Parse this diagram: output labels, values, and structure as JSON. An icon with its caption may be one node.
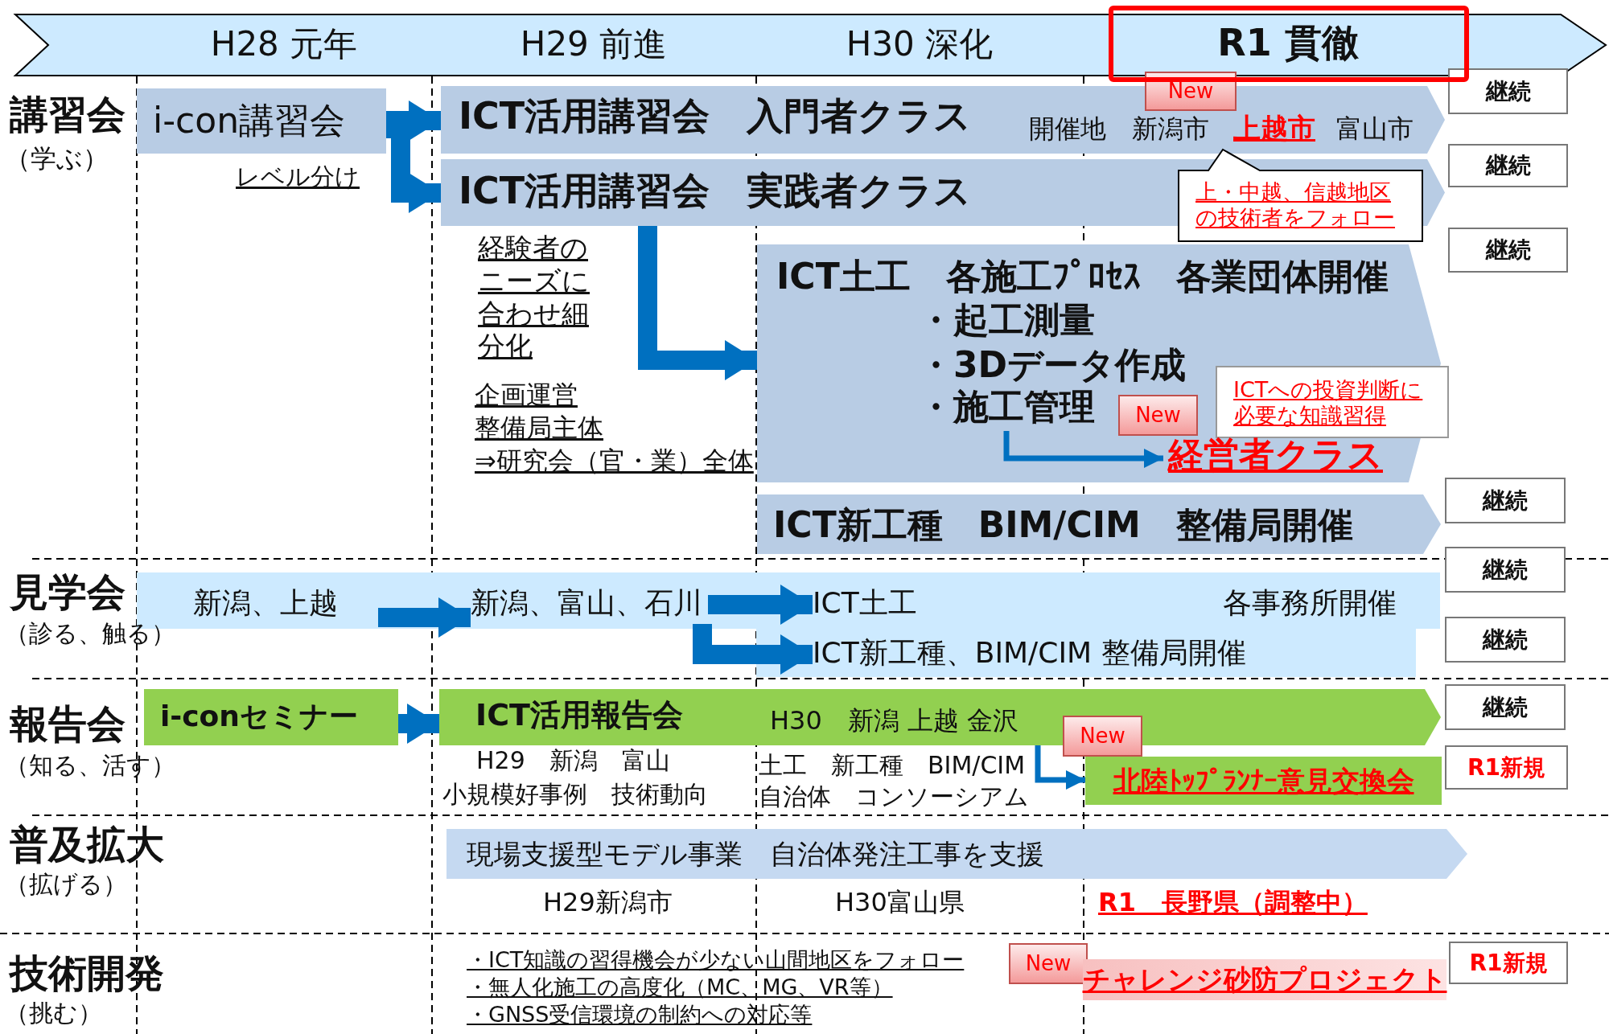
{
  "diagram": {
    "nodes": [
      {
        "text": [
          "H28 元年",
          "H29 前進",
          "H30 深化",
          "R1 貫徹"
        ]
      },
      {
        "text": [
          "i-con講習会"
        ]
      },
      {
        "text": [
          "ICT活用講習会　入門者クラス",
          "開催地　新潟市",
          "上越市",
          "富山市"
        ]
      },
      {
        "text": [
          "New"
        ]
      },
      {
        "text": [
          "継続"
        ]
      },
      {
        "text": [
          "ICT活用講習会　実践者クラス"
        ]
      },
      {
        "text": [
          "上・中越、信越地区の技術者をフォロー"
        ]
      },
      {
        "text": [
          "継続"
        ]
      },
      {
        "text": [
          "ICT土工　各施工ﾌﾟﾛｾｽ　各業団体開催",
          "・起工測量",
          "・3Dデータ作成"
        ]
      },
      {
        "text": [
          "継続"
        ]
      },
      {
        "text": [
          "ICTへの投資判断に必要な知識習得"
        ],
        "in": 8
      },
      {
        "text": [
          "New"
        ],
        "in": 8
      },
      {
        "text": [
          "経営者クラス"
        ],
        "in": 8
      },
      {
        "text": [
          "ICT新工種　BIM/CIM　整備局開催"
        ]
      },
      {
        "text": [
          "継続"
        ]
      },
      {
        "text": [],
        "shape": "bar"
      },
      {
        "text": [
          "新潟、上越"
        ],
        "in": 15
      },
      {
        "text": [
          "新潟、富山、石川"
        ],
        "in": 15
      },
      {
        "text": [
          "ICT土工",
          "各事務所開催"
        ],
        "in": 15
      },
      {
        "text": [
          "ICT新工種、BIM/CIM 整備局開催"
        ],
        "in": 15
      },
      {
        "text": [
          "継続"
        ]
      },
      {
        "text": [
          "継続"
        ]
      },
      {
        "text": [
          "i-conセミナー"
        ]
      },
      {
        "text": [
          "ICT活用報告会",
          "H30　新潟 上越 金沢"
        ]
      },
      {
        "text": [
          "継続"
        ]
      },
      {
        "text": [
          "New"
        ]
      },
      {
        "text": [
          "北陸ﾄｯﾌﾟﾗﾝﾅｰ意見交換会"
        ]
      },
      {
        "text": [
          "R1新規"
        ]
      },
      {
        "text": [
          "現場支援型モデル事業　自治体発注工事を支援"
        ]
      },
      {
        "text": [
          "New"
        ]
      },
      {
        "text": [
          "チャレンジ砂防プロジェクト"
        ]
      },
      {
        "text": [
          "R1新規"
        ]
      },
      {
        "text": [
          "・施工管理"
        ],
        "in": 8
      }
    ],
    "edges": [
      {
        "from": 1,
        "to": 2,
        "arrow": "to"
      },
      {
        "from": 1,
        "to": 5,
        "arrow": "to"
      },
      {
        "from": 5,
        "to": 8,
        "arrow": "to"
      },
      {
        "from": 32,
        "to": 12,
        "arrow": "to"
      },
      {
        "from": 16,
        "to": 17,
        "arrow": "to"
      },
      {
        "from": 17,
        "to": 18,
        "arrow": "to"
      },
      {
        "from": 17,
        "to": 19,
        "arrow": "to"
      },
      {
        "from": 22,
        "to": 23,
        "arrow": "to"
      },
      {
        "from": 23,
        "to": 26,
        "arrow": "to"
      }
    ],
    "labels": [
      "講習会",
      "（学ぶ）",
      "レベル分け",
      "経験者のニーズに合わせ細分化",
      "企画運営",
      "整備局主体",
      "⇒研究会（官・業）全体",
      "見学会",
      "（診る、触る）",
      "報告会",
      "（知る、活す）",
      "H29　新潟　富山",
      "小規模好事例　技術動向",
      "土工　新工種　BIM/CIM",
      "自治体　コンソーシアム",
      "普及拡大",
      "（拡げる）",
      "H29新潟市",
      "H30富山県",
      "R1　長野県（調整中）",
      "技術開発",
      "（挑む）",
      "・ICT知識の習得機会が少ない山間地区をフォロー",
      "・無人化施工の高度化（MC、MG、VR等）",
      "・GNSS受信環境の制約への対応等"
    ]
  }
}
